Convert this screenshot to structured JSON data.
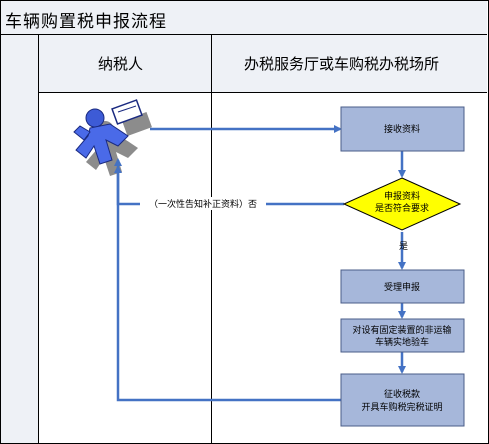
{
  "title": "车辆购置税申报流程",
  "lanes": {
    "taxpayer": "纳税人",
    "office": "办税服务厅或车购税办税场所"
  },
  "nodes": {
    "receive": "接收资料",
    "check_line1": "申报资料",
    "check_line2": "是否符合要求",
    "accept": "受理申报",
    "inspect_line1": "对设有固定装置的非运输",
    "inspect_line2": "车辆实地验车",
    "collect_line1": "征收税款",
    "collect_line2": "开具车购税完税证明"
  },
  "edge_labels": {
    "no_branch": "（一次性告知补正资料）否",
    "yes_branch": "是"
  },
  "icons": {
    "taxpayer": "person-with-document-icon"
  },
  "colors": {
    "box_fill": "#a6b7da",
    "box_border": "#4a5c88",
    "diamond_fill": "#ffff00",
    "arrow": "#4472c4",
    "header_bg": "#eef1f6"
  }
}
